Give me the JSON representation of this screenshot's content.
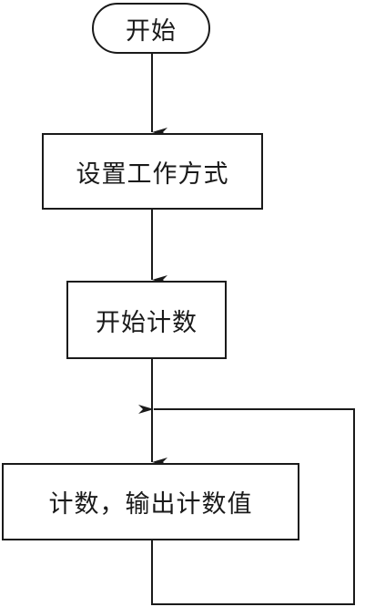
{
  "flowchart": {
    "nodes": {
      "start": {
        "label": "开始"
      },
      "set_mode": {
        "label": "设置工作方式"
      },
      "start_count": {
        "label": "开始计数"
      },
      "count_output": {
        "label": "计数，输出计数值"
      }
    }
  }
}
